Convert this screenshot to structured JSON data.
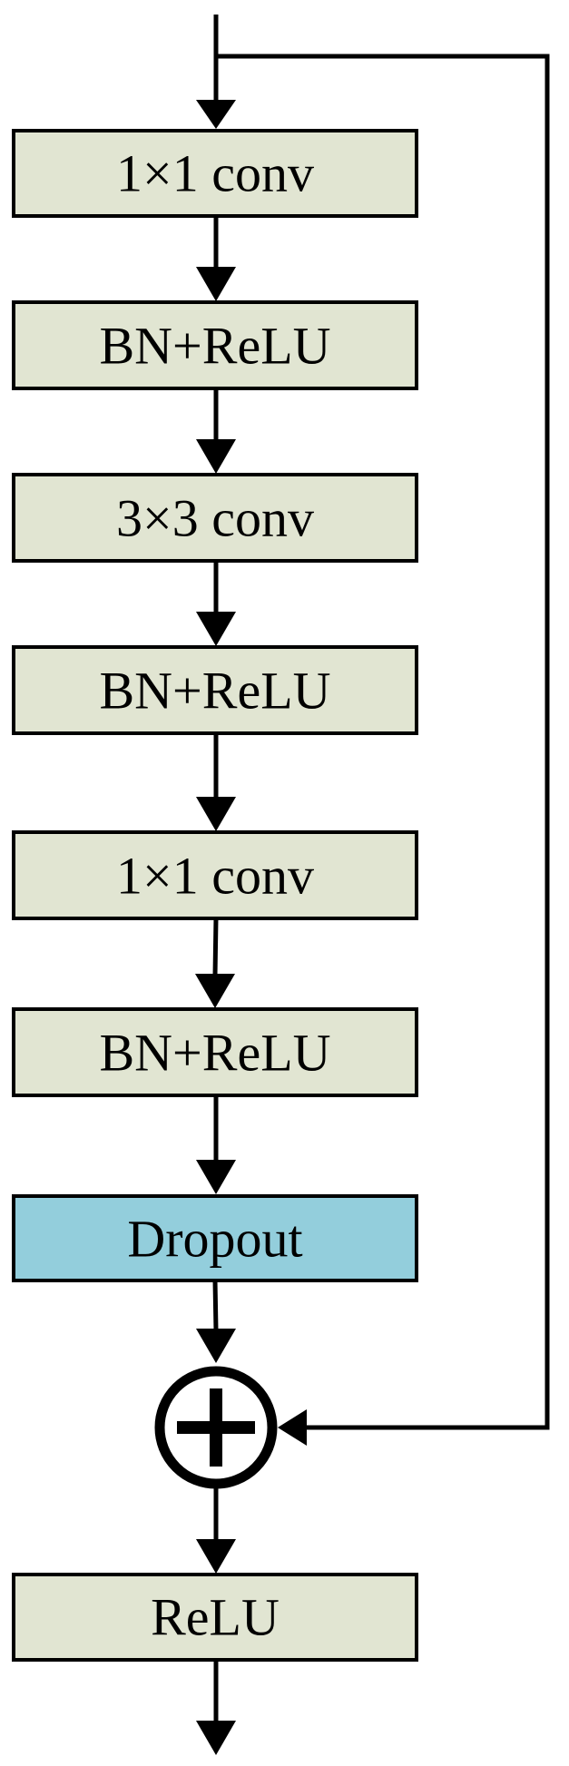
{
  "diagram": {
    "colors": {
      "block_fill": "#e1e5d2",
      "dropout_fill": "#93cedc",
      "stroke": "#000000"
    },
    "blocks": [
      {
        "label": "1×1 conv",
        "fill": "block_fill"
      },
      {
        "label": "BN+ReLU",
        "fill": "block_fill"
      },
      {
        "label": "3×3 conv",
        "fill": "block_fill"
      },
      {
        "label": "BN+ReLU",
        "fill": "block_fill"
      },
      {
        "label": "1×1 conv",
        "fill": "block_fill"
      },
      {
        "label": "BN+ReLU",
        "fill": "block_fill"
      },
      {
        "label": "Dropout",
        "fill": "dropout_fill"
      },
      {
        "label": "ReLU",
        "fill": "block_fill"
      }
    ],
    "sum_node": {
      "symbol": "plus"
    },
    "skip_connection": true
  }
}
